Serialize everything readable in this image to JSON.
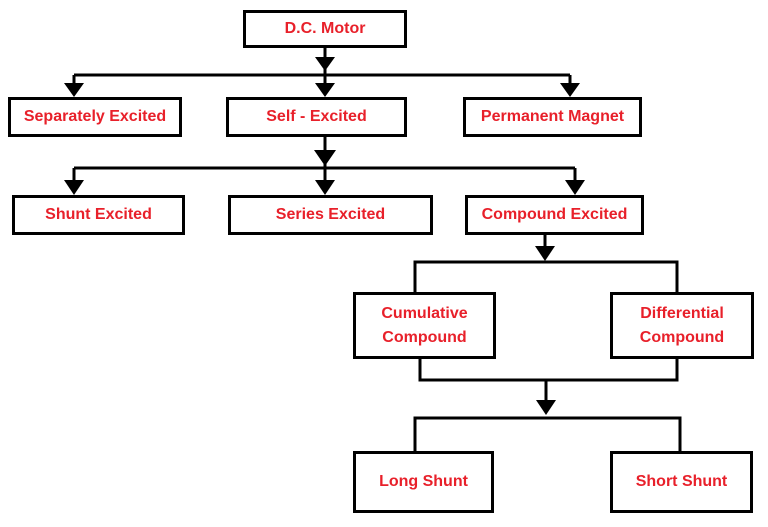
{
  "colors": {
    "text": "#e8202a",
    "line": "#000000",
    "background": "#ffffff"
  },
  "nodes": {
    "dc_motor": "D.C. Motor",
    "separately_excited": "Separately Excited",
    "self_excited": "Self - Excited",
    "permanent_magnet": "Permanent Magnet",
    "shunt_excited": "Shunt Excited",
    "series_excited": "Series Excited",
    "compound_excited": "Compound Excited",
    "cumulative_compound": "Cumulative\nCompound",
    "differential_compound": "Differential\nCompound",
    "long_shunt": "Long Shunt",
    "short_shunt": "Short Shunt"
  }
}
